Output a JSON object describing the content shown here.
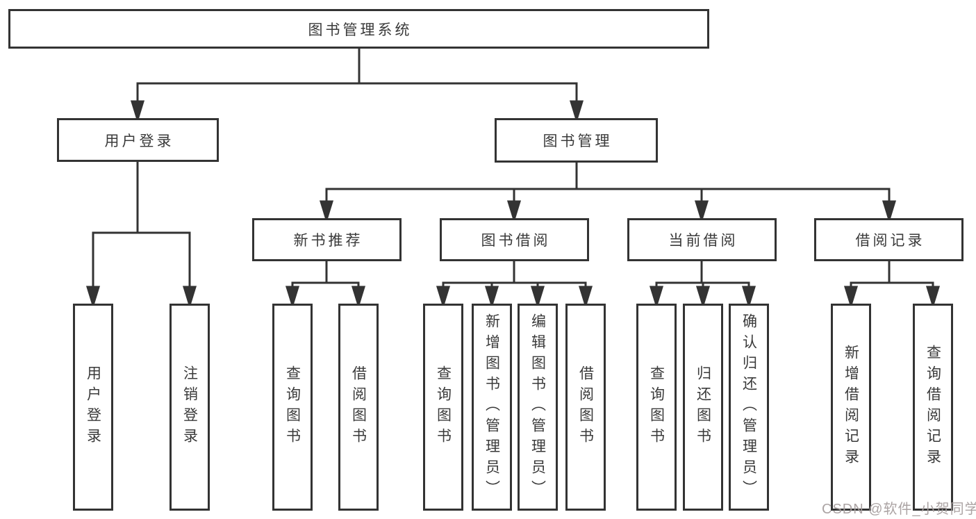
{
  "nodes": {
    "root": "图书管理系统",
    "user_login": "用户登录",
    "book_management": "图书管理",
    "new_book_recommend": "新书推荐",
    "book_borrow": "图书借阅",
    "current_borrow": "当前借阅",
    "borrow_records": "借阅记录",
    "leaf_user_login": "用户登录",
    "leaf_logout": "注销登录",
    "leaf_query_book_rec": "查询图书",
    "leaf_borrow_book_rec": "借阅图书",
    "leaf_query_book_borrow": "查询图书",
    "leaf_add_book": "新增图书（管理员）",
    "leaf_edit_book": "编辑图书（管理员）",
    "leaf_borrow_book_borrow": "借阅图书",
    "leaf_query_book_current": "查询图书",
    "leaf_return_book": "归还图书",
    "leaf_confirm_return": "确认归还（管理员）",
    "leaf_add_borrow_record": "新增借阅记录",
    "leaf_query_borrow_record": "查询借阅记录"
  },
  "edges": [
    {
      "from": "图书管理系统",
      "to": "用户登录"
    },
    {
      "from": "图书管理系统",
      "to": "图书管理"
    },
    {
      "from": "用户登录",
      "to": "用户登录"
    },
    {
      "from": "用户登录",
      "to": "注销登录"
    },
    {
      "from": "图书管理",
      "to": "新书推荐"
    },
    {
      "from": "图书管理",
      "to": "图书借阅"
    },
    {
      "from": "图书管理",
      "to": "当前借阅"
    },
    {
      "from": "图书管理",
      "to": "借阅记录"
    },
    {
      "from": "新书推荐",
      "to": "查询图书"
    },
    {
      "from": "新书推荐",
      "to": "借阅图书"
    },
    {
      "from": "图书借阅",
      "to": "查询图书"
    },
    {
      "from": "图书借阅",
      "to": "新增图书（管理员）"
    },
    {
      "from": "图书借阅",
      "to": "编辑图书（管理员）"
    },
    {
      "from": "图书借阅",
      "to": "借阅图书"
    },
    {
      "from": "当前借阅",
      "to": "查询图书"
    },
    {
      "from": "当前借阅",
      "to": "归还图书"
    },
    {
      "from": "当前借阅",
      "to": "确认归还（管理员）"
    },
    {
      "from": "借阅记录",
      "to": "新增借阅记录"
    },
    {
      "from": "借阅记录",
      "to": "查询借阅记录"
    }
  ],
  "watermark": "CSDN @软件_小贺同学",
  "colors": {
    "line": "#333333",
    "box_border": "#333333",
    "text": "#3a3a3a",
    "background": "#ffffff",
    "watermark": "#a79f9f"
  }
}
